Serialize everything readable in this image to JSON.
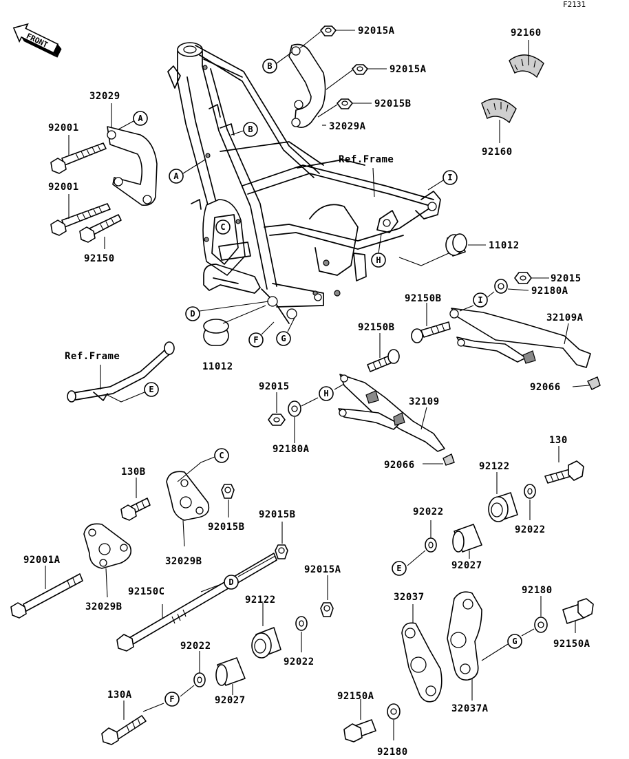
{
  "diagram_id": "F2131",
  "front_label": "FRONT",
  "ref_frame_label": "Ref.Frame",
  "parts": {
    "p92015A_1": "92015A",
    "p92015A_2": "92015A",
    "p92015B_1": "92015B",
    "p32029A": "32029A",
    "p92160_1": "92160",
    "p92160_2": "92160",
    "p32029": "32029",
    "p92001_1": "92001",
    "p92001_2": "92001",
    "p92150": "92150",
    "p11012_1": "11012",
    "p92015": "92015",
    "p92180A_1": "92180A",
    "p92150B_1": "92150B",
    "p32109A": "32109A",
    "p92066_1": "92066",
    "p11012_2": "11012",
    "p92150B_2": "92150B",
    "p92015_2": "92015",
    "p32109": "32109",
    "p92180A_2": "92180A",
    "p92066_2": "92066",
    "p130": "130",
    "p92122_1": "92122",
    "p92022_1": "92022",
    "p92022_2": "92022",
    "p92027_1": "92027",
    "p130B": "130B",
    "p92015B_2": "92015B",
    "p32029B_1": "32029B",
    "p92015B_3": "92015B",
    "p92001A": "92001A",
    "p32029B_2": "32029B",
    "p92150C": "92150C",
    "p92015A_3": "92015A",
    "p92122_2": "92122",
    "p92022_3": "92022",
    "p92022_4": "92022",
    "p92027_2": "92027",
    "p130A": "130A",
    "p32037": "32037",
    "p32037A": "32037A",
    "p92180_1": "92180",
    "p92150A_1": "92150A",
    "p92150A_2": "92150A",
    "p92180_2": "92180"
  },
  "callouts": {
    "A1": "A",
    "A2": "A",
    "B1": "B",
    "B2": "B",
    "C1": "C",
    "C2": "C",
    "D1": "D",
    "D2": "D",
    "E1": "E",
    "E2": "E",
    "F1": "F",
    "F2": "F",
    "G1": "G",
    "G2": "G",
    "H1": "H",
    "H2": "H",
    "I1": "I",
    "I2": "I"
  }
}
